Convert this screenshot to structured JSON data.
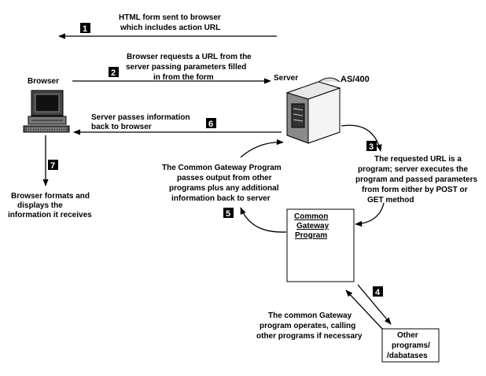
{
  "diagram": {
    "colors": {
      "stroke": "#000000",
      "badge": "#000000",
      "background": "#ffffff"
    },
    "actors": {
      "browser": {
        "label": "Browser",
        "icon": "desktop-computer-icon"
      },
      "server": {
        "label": "Server",
        "icon": "as400-server-icon"
      },
      "server_model": "AS/400"
    },
    "boxes": {
      "cgi": {
        "lines": [
          "Common",
          "Gateway",
          "Program"
        ]
      },
      "other": {
        "lines": [
          "Other",
          "programs/",
          "/dabatases"
        ]
      }
    },
    "steps": [
      {
        "number": "1",
        "lines": [
          "HTML form sent to browser",
          "which includes action URL"
        ]
      },
      {
        "number": "2",
        "lines": [
          "Browser requests a URL from the",
          "server passing  parameters filled",
          "in from the form"
        ]
      },
      {
        "number": "3",
        "lines": [
          "The requested URL is a",
          "program; server executes the",
          "program and passed parameters",
          "from form either by POST or",
          "GET method"
        ]
      },
      {
        "number": "4",
        "lines": [
          "The common Gateway",
          "program operates, calling",
          "other programs if necessary"
        ]
      },
      {
        "number": "5",
        "lines": [
          "The Common Gateway Program",
          "passes output from other",
          "programs plus any additional",
          "information back to server"
        ]
      },
      {
        "number": "6",
        "lines": [
          "Server passes information",
          "back to browser"
        ]
      },
      {
        "number": "7",
        "lines": [
          "Browser formats and",
          "displays the",
          "information it receives"
        ]
      }
    ]
  }
}
